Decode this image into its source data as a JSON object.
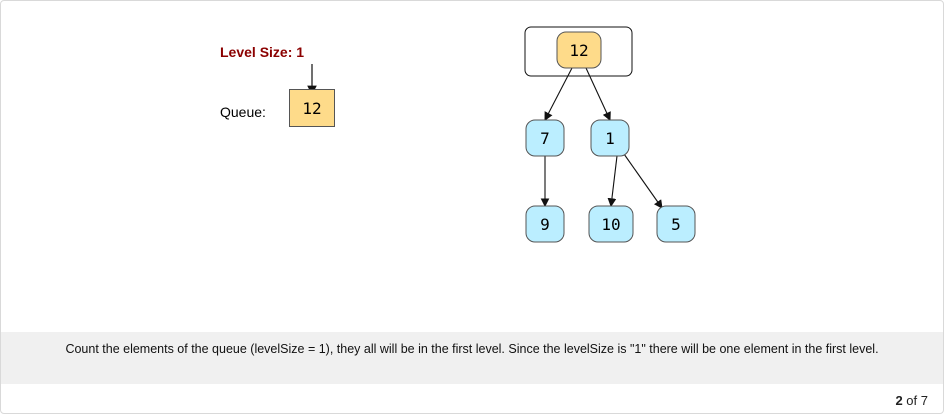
{
  "level_label": "Level Size: 1",
  "queue_label": "Queue:",
  "queue": [
    "12"
  ],
  "tree": {
    "nodes": [
      {
        "id": "n12",
        "label": "12",
        "state": "current"
      },
      {
        "id": "n7",
        "label": "7",
        "state": "pending"
      },
      {
        "id": "n1",
        "label": "1",
        "state": "pending"
      },
      {
        "id": "n9",
        "label": "9",
        "state": "pending"
      },
      {
        "id": "n10",
        "label": "10",
        "state": "pending"
      },
      {
        "id": "n5",
        "label": "5",
        "state": "pending"
      }
    ],
    "edges": [
      [
        "n12",
        "n7"
      ],
      [
        "n12",
        "n1"
      ],
      [
        "n7",
        "n9"
      ],
      [
        "n1",
        "n10"
      ],
      [
        "n1",
        "n5"
      ]
    ],
    "colors": {
      "current": "#fedb8a",
      "pending": "#bbeeff",
      "stroke": "#555555"
    }
  },
  "caption": "Count the elements of the queue (levelSize = 1), they all will be in the first level. Since the levelSize is \"1\" there will be one element in the first level.",
  "pager": {
    "current": "2",
    "separator": "of",
    "total": "7"
  }
}
